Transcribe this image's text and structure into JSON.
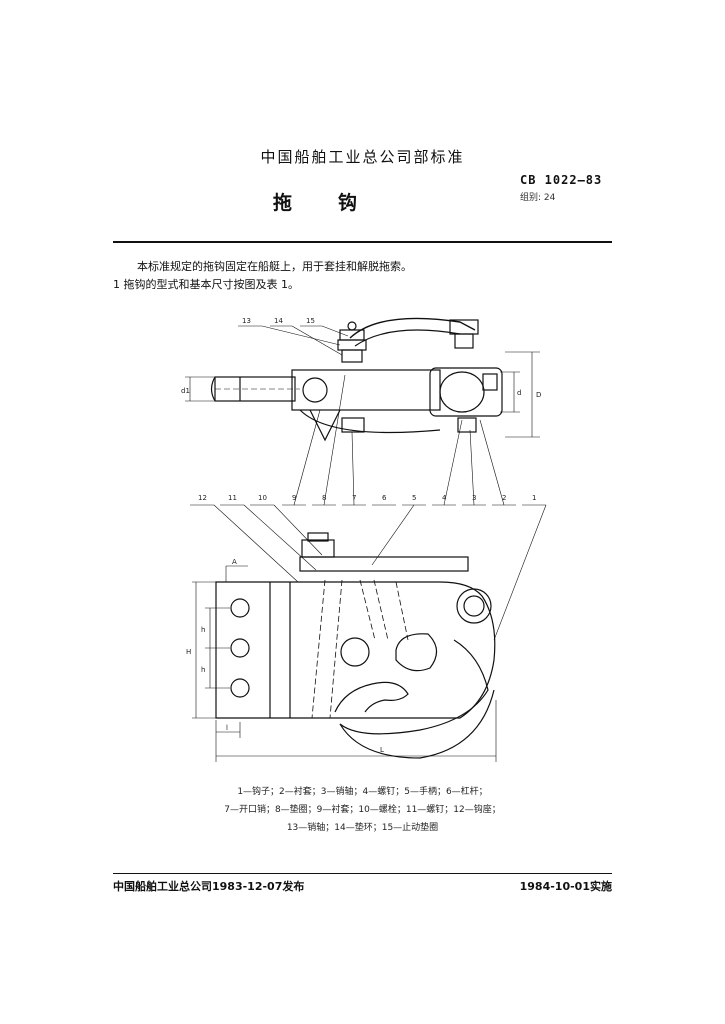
{
  "header": {
    "organization": "中国船舶工业总公司部标准",
    "standard_code": "CB 1022—83",
    "group": "组别: 24",
    "title": "拖钩"
  },
  "body": {
    "intro": "本标准规定的拖钩固定在船艇上，用于套挂和解脱拖索。",
    "section1": "1  拖钩的型式和基本尺寸按图及表 1。"
  },
  "figure": {
    "callouts_top": [
      "13",
      "14",
      "15"
    ],
    "callouts_mid": [
      "12",
      "11",
      "10",
      "9",
      "8",
      "7",
      "6",
      "5",
      "4",
      "3",
      "2",
      "1"
    ],
    "dim_labels": {
      "d1": "d1",
      "D": "D",
      "d": "d",
      "A": "A",
      "H": "H",
      "h1": "h",
      "h2": "h",
      "l": "l",
      "L": "L"
    }
  },
  "legend": {
    "line1": "1—钩子；2—衬套；3—销轴；4—螺钉；5—手柄；6—杠杆；",
    "line2": "7—开口销；8—垫圈；9—衬套；10—螺栓；11—螺钉；12—钩座；",
    "line3": "13—销轴；14—垫环；15—止动垫圈"
  },
  "footer": {
    "issued": "中国船舶工业总公司1983-12-07发布",
    "effective": "1984-10-01实施"
  }
}
